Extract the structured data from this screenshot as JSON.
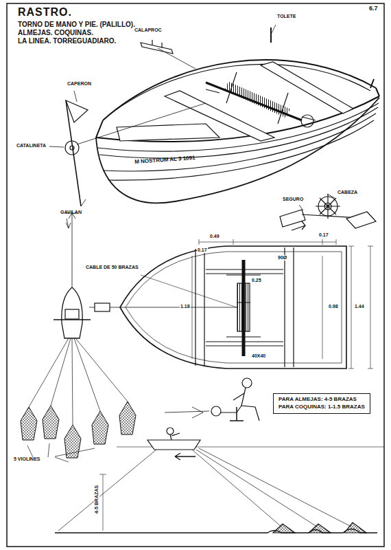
{
  "diagram": {
    "title": "RASTRO.",
    "nodes": [
      {
        "text": [
          "PARA ALMEJAS: 4-5 BRAZAS",
          "PARA COQUINAS: 1-1.5 BRAZAS"
        ]
      }
    ],
    "labels": [
      "TORNO DE MANO Y PIE. (PALILLO).",
      "ALMEJAS. COQUINAS.",
      "LA LINEA. TORREGUADIARO.",
      "6.7",
      "TOLETE",
      "CALAPROC",
      "CAPERON",
      "CATALINETA",
      "M NOSTRUM AL 3 1091",
      "CABEZA",
      "SEGURO",
      "GAVILAN",
      "0.49",
      "0.17",
      "0.17",
      "90Ø",
      "CABLE DE 50 BRAZAS",
      "0.25",
      "1.18",
      "0.98",
      "1.44",
      "40X40",
      "5 VIOLINES",
      "4-5 BRAZAS"
    ]
  }
}
